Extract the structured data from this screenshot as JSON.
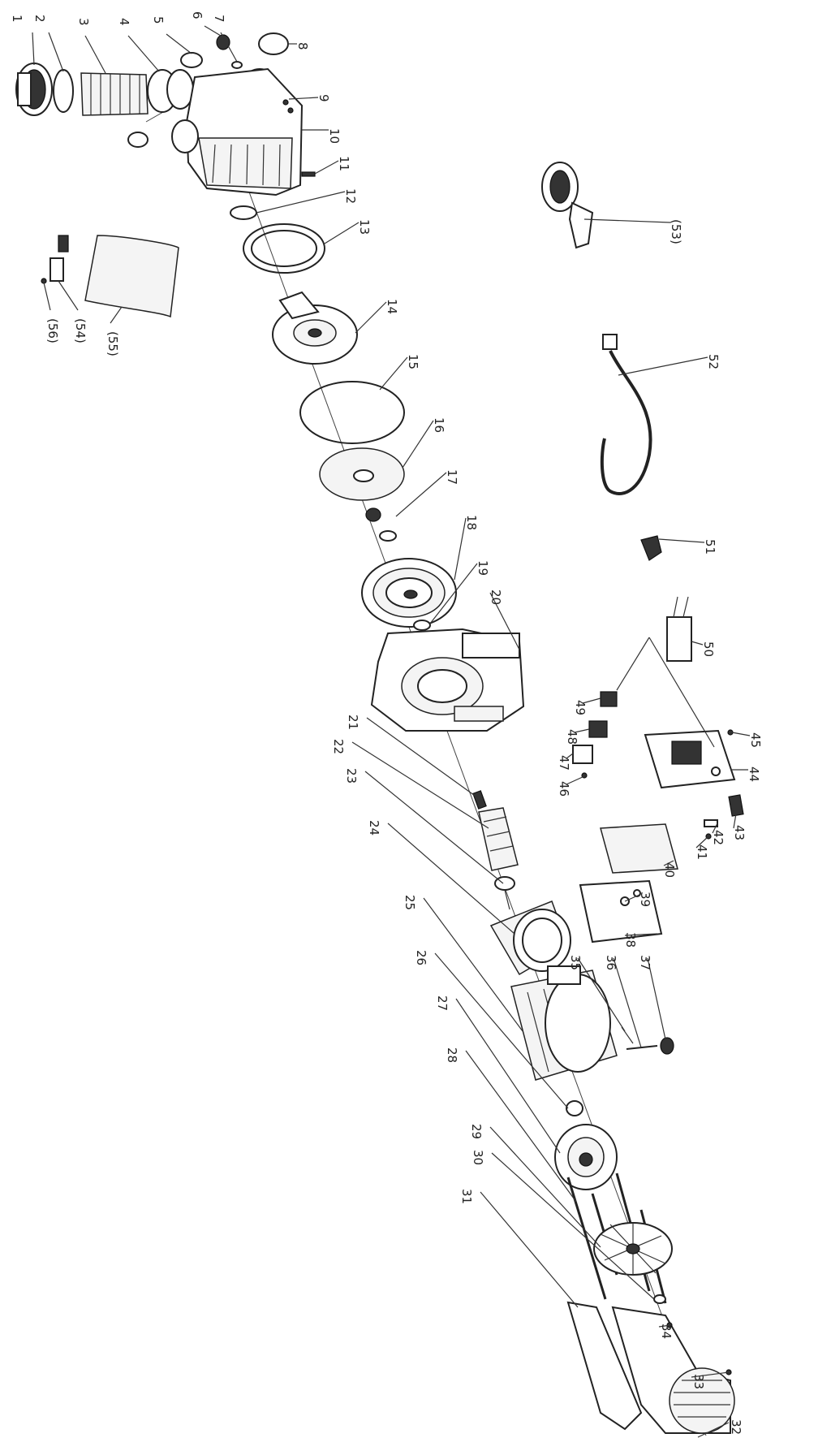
{
  "diagram": {
    "labels": [
      {
        "id": "p1",
        "text": "1"
      },
      {
        "id": "p2",
        "text": "2"
      },
      {
        "id": "p3",
        "text": "3"
      },
      {
        "id": "p4",
        "text": "4"
      },
      {
        "id": "p5",
        "text": "5"
      },
      {
        "id": "p6",
        "text": "6"
      },
      {
        "id": "p7",
        "text": "7"
      },
      {
        "id": "p8",
        "text": "8"
      },
      {
        "id": "p9",
        "text": "9"
      },
      {
        "id": "p10",
        "text": "10"
      },
      {
        "id": "p11",
        "text": "11"
      },
      {
        "id": "p12",
        "text": "12"
      },
      {
        "id": "p13",
        "text": "13"
      },
      {
        "id": "p14",
        "text": "14"
      },
      {
        "id": "p15",
        "text": "15"
      },
      {
        "id": "p16",
        "text": "16"
      },
      {
        "id": "p17",
        "text": "17"
      },
      {
        "id": "p18",
        "text": "18"
      },
      {
        "id": "p19",
        "text": "19"
      },
      {
        "id": "p20",
        "text": "20"
      },
      {
        "id": "p21",
        "text": "21"
      },
      {
        "id": "p22",
        "text": "22"
      },
      {
        "id": "p23",
        "text": "23"
      },
      {
        "id": "p24",
        "text": "24"
      },
      {
        "id": "p25",
        "text": "25"
      },
      {
        "id": "p26",
        "text": "26"
      },
      {
        "id": "p27",
        "text": "27"
      },
      {
        "id": "p28",
        "text": "28"
      },
      {
        "id": "p29",
        "text": "29"
      },
      {
        "id": "p30",
        "text": "30"
      },
      {
        "id": "p31",
        "text": "31"
      },
      {
        "id": "p32",
        "text": "32"
      },
      {
        "id": "p33",
        "text": "33"
      },
      {
        "id": "p34",
        "text": "34"
      },
      {
        "id": "p35",
        "text": "35"
      },
      {
        "id": "p36",
        "text": "36"
      },
      {
        "id": "p37",
        "text": "37"
      },
      {
        "id": "p38",
        "text": "38"
      },
      {
        "id": "p39",
        "text": "39"
      },
      {
        "id": "p40",
        "text": "40"
      },
      {
        "id": "p41",
        "text": "41"
      },
      {
        "id": "p42",
        "text": "42"
      },
      {
        "id": "p43",
        "text": "43"
      },
      {
        "id": "p44",
        "text": "44"
      },
      {
        "id": "p45",
        "text": "45"
      },
      {
        "id": "p46",
        "text": "46"
      },
      {
        "id": "p47",
        "text": "47"
      },
      {
        "id": "p48",
        "text": "48"
      },
      {
        "id": "p49",
        "text": "49"
      },
      {
        "id": "p50",
        "text": "50"
      },
      {
        "id": "p51",
        "text": "51"
      },
      {
        "id": "p52",
        "text": "52"
      },
      {
        "id": "p53",
        "text": "(53)"
      },
      {
        "id": "p54",
        "text": "(54)"
      },
      {
        "id": "p55",
        "text": "(55)"
      },
      {
        "id": "p56",
        "text": "(56)"
      }
    ]
  }
}
